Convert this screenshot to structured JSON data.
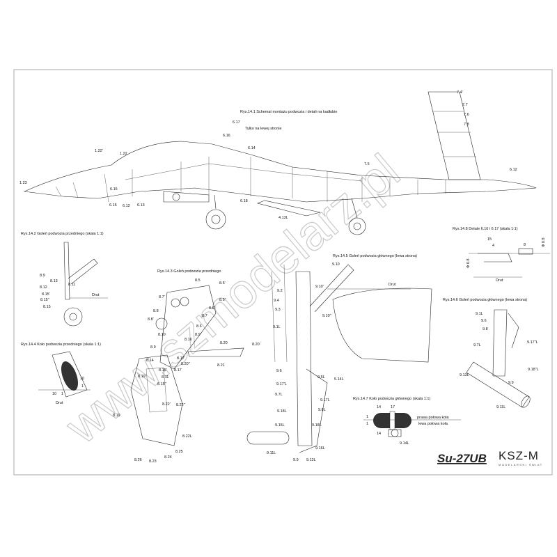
{
  "sheet": {
    "model_title": "Su-27UB",
    "brand": "KSZ-M",
    "brand_sub": "MODELARSKI ŚWIAT",
    "watermark": "www.szmodelarz.pl"
  },
  "figures": {
    "f141": "Rys.14.1 Schemat montażu podwozia i detali na kadłubie",
    "f142": "Rys.14.2 Goleń podwozia przedniego (skala 1:1)",
    "f143": "Rys.14.3 Goleń podwozia przedniego",
    "f144": "Rys.14.4 Koło podwozia przedniego (skala 1:1)",
    "f145": "Rys.14.5 Goleń podwozia głównego (lewa strona)",
    "f146": "Rys.14.6 Goleń podwozia głównego (lewa strona)",
    "f147": "Rys.14.7 Koło podwozia głównego (skala 1:1)",
    "f148": "Rys.14.8 Detale 6.16 i 6.17 (skala 1:1)"
  },
  "notes": {
    "left_only": "Tylko na lewej stronie",
    "wire": "Drut",
    "right_half": "prawa połowa koła",
    "left_half": "lewa połowa koła",
    "dim15": "15",
    "dim4": "4",
    "dim8": "8",
    "dia08a": "Φ 0.8",
    "dia08b": "Φ 0.8"
  },
  "labels": {
    "plane": [
      "1.23",
      "1.22'",
      "1.22",
      "6.15",
      "6.15",
      "6.12",
      "6.13",
      "6.16",
      "6.17",
      "6.14",
      "6.18",
      "4.13L",
      "7.5",
      "7.4'",
      "7.7",
      "7.6",
      "7.8",
      "6.12"
    ],
    "nose": [
      "8.9",
      "8.13",
      "8.12",
      "8.15'",
      "8.15\"",
      "8.15",
      "8.11"
    ],
    "nose3": [
      "8.7'",
      "8.5",
      "8.5'",
      "8.5\"",
      "8.6'",
      "8.7",
      "8.8",
      "8.8'",
      "8.6",
      "8.9'",
      "8.10",
      "8.16",
      "8.9",
      "8.14",
      "8.17'",
      "8.20\"",
      "8.19'",
      "8.15'",
      "8.17",
      "8.11",
      "8.15\"",
      "8.20",
      "8.20'",
      "8.21",
      "8.19",
      "8.22'",
      "8.22\"",
      "8.22L",
      "8.25",
      "8.24",
      "8.26",
      "8.23"
    ],
    "wheel": [
      "10",
      "1",
      "10",
      "1"
    ],
    "main": [
      "9.10",
      "9.10'",
      "9.2",
      "9.4",
      "9.3",
      "9.10\"",
      "9.1L",
      "9.6",
      "9.5L",
      "5.14L",
      "9.17'L",
      "9.7L",
      "9.17L",
      "9.8L",
      "9.18L",
      "9.15L",
      "9.18L",
      "9.16L",
      "9.11L",
      "9.9",
      "9.12L"
    ],
    "main6": [
      "9.1L",
      "9.6",
      "9.8",
      "9.7L",
      "9.17\"L",
      "9.13L",
      "9.18\"L",
      "9.9",
      "9.11L"
    ],
    "mwheel": [
      "14",
      "17",
      "1",
      "1",
      "14",
      "9.14L"
    ]
  }
}
